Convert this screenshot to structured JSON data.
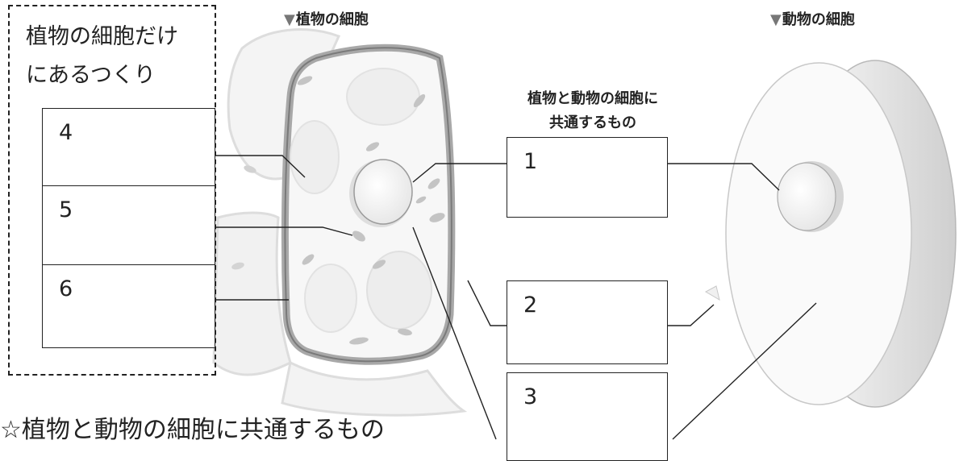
{
  "plant_only": {
    "title_line1": "植物の細胞だけ",
    "title_line2": "にあるつくり"
  },
  "headers": {
    "plant_cell": "植物の細胞",
    "animal_cell": "動物の細胞",
    "marker": "▼"
  },
  "common": {
    "line1": "植物と動物の細胞に",
    "line2": "共通するもの"
  },
  "boxes": {
    "b1": "1",
    "b2": "2",
    "b3": "3",
    "b4": "4",
    "b5": "5",
    "b6": "6"
  },
  "footer": {
    "text": "☆植物と動物の細胞に共通するもの"
  }
}
